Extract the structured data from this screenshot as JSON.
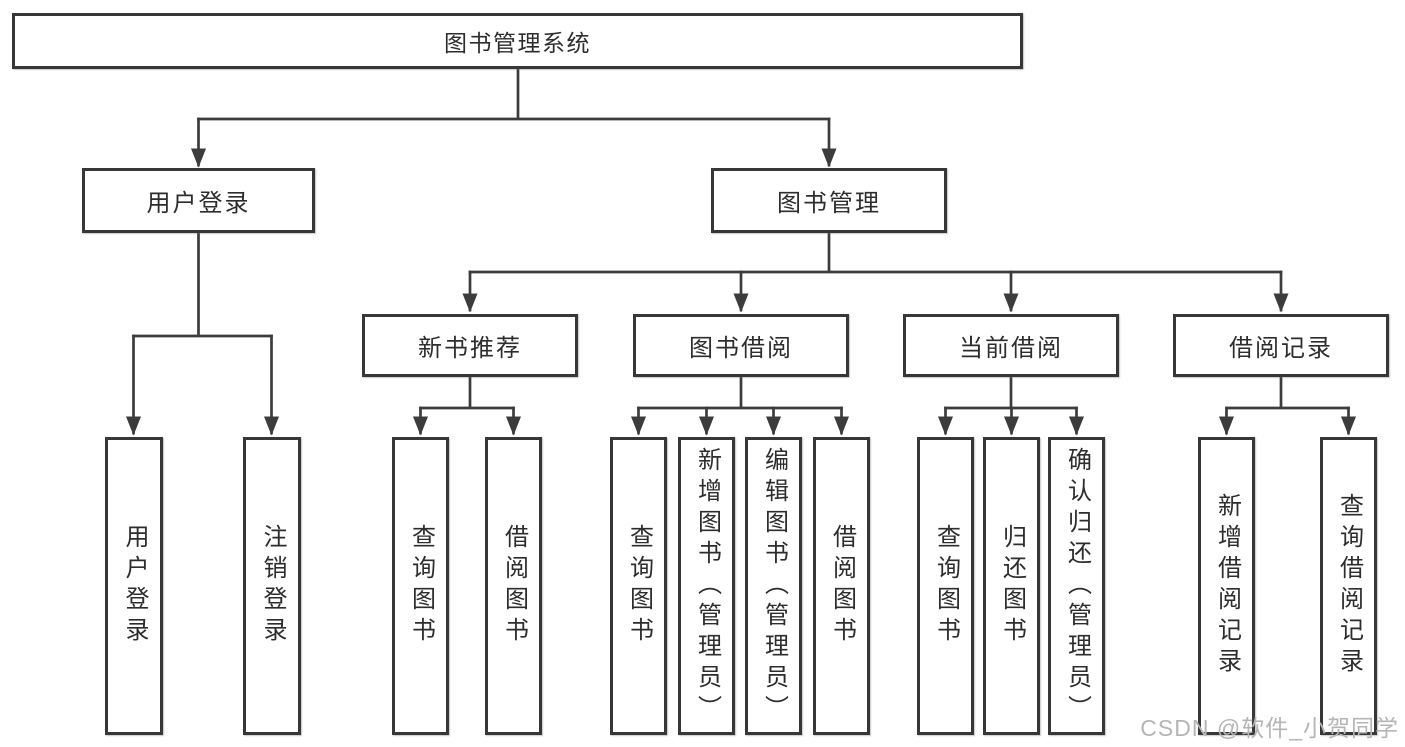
{
  "tree": {
    "root": {
      "label": "图书管理系统"
    },
    "branches": [
      {
        "label": "用户登录",
        "children": [
          {
            "label": "用户登录"
          },
          {
            "label": "注销登录"
          }
        ]
      },
      {
        "label": "图书管理",
        "sections": [
          {
            "label": "新书推荐",
            "children": [
              {
                "label": "查询图书"
              },
              {
                "label": "借阅图书"
              }
            ]
          },
          {
            "label": "图书借阅",
            "children": [
              {
                "label": "查询图书"
              },
              {
                "label": "新增图书（管理员）"
              },
              {
                "label": "编辑图书（管理员）"
              },
              {
                "label": "借阅图书"
              }
            ]
          },
          {
            "label": "当前借阅",
            "children": [
              {
                "label": "查询图书"
              },
              {
                "label": "归还图书"
              },
              {
                "label": "确认归还（管理员）"
              }
            ]
          },
          {
            "label": "借阅记录",
            "children": [
              {
                "label": "新增借阅记录"
              },
              {
                "label": "查询借阅记录"
              }
            ]
          }
        ]
      }
    ]
  },
  "watermark": {
    "text": "CSDN @软件_小贺同学"
  },
  "colors": {
    "line": "#3c3c3c",
    "border": "#373737",
    "text": "#2d2d2d",
    "watermark": "#b5b5b8",
    "background": "#ffffff"
  }
}
